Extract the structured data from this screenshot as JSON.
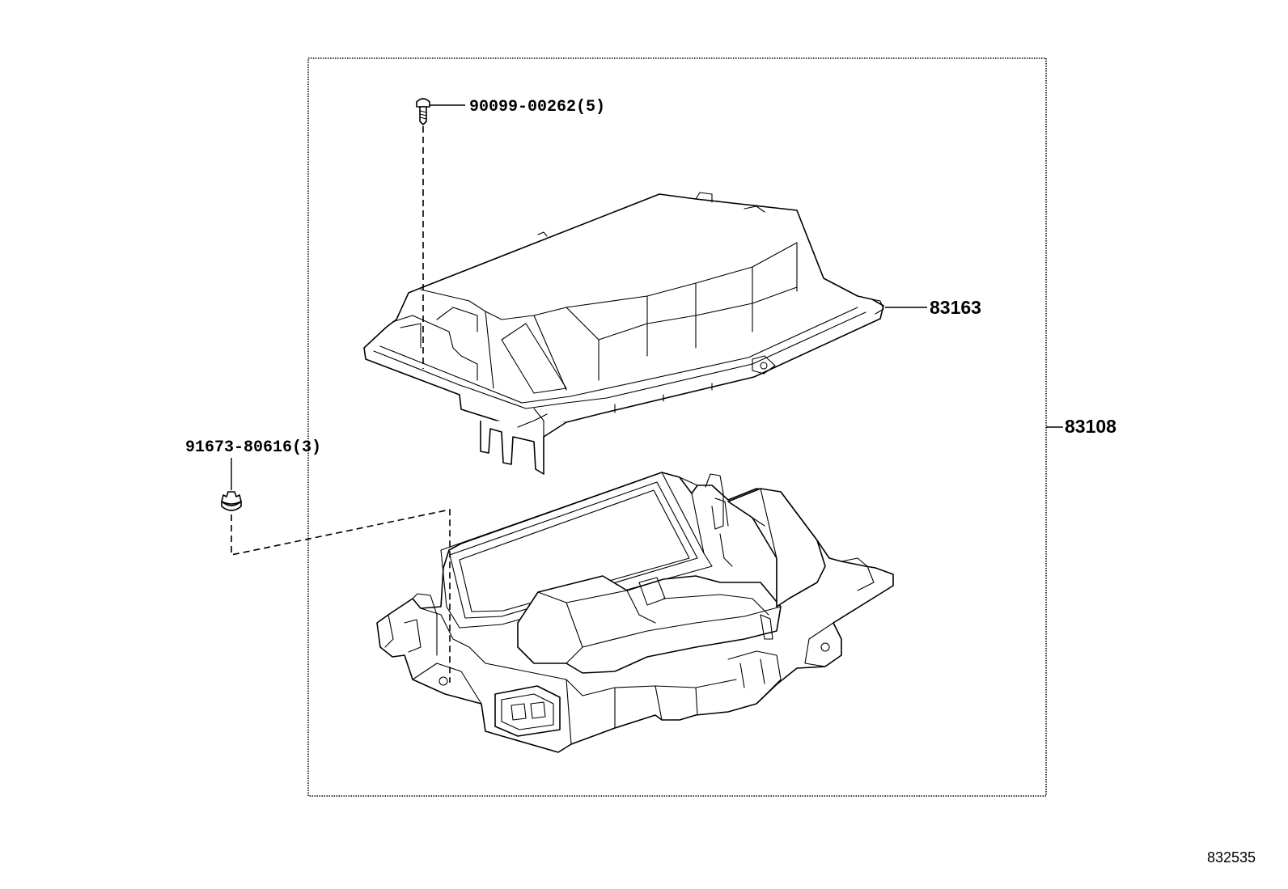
{
  "diagram": {
    "figure_id": "832535",
    "callouts": {
      "screw": "90099-00262(5)",
      "upper_cover": "83163",
      "assembly": "83108",
      "clip": "91673-80616(3)"
    }
  }
}
